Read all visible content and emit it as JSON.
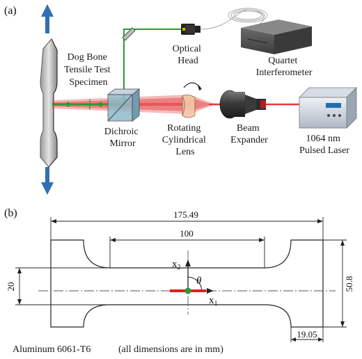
{
  "panel_a": {
    "label": "(a)",
    "specimen_label": [
      "Dog Bone",
      "Tensile Test",
      "Specimen"
    ],
    "optical_head_label": [
      "Optical",
      "Head"
    ],
    "interferometer_label": [
      "Quartet",
      "Interferometer"
    ],
    "dichroic_label": [
      "Dichroic",
      "Mirror"
    ],
    "lens_label": [
      "Rotating",
      "Cylindrical",
      "Lens"
    ],
    "expander_label": [
      "Beam",
      "Expander"
    ],
    "laser_label": [
      "1064 nm",
      "Pulsed Laser"
    ]
  },
  "panel_b": {
    "label": "(b)",
    "dim_total_length": "175.49",
    "dim_gauge_length": "100",
    "dim_width": "50.8",
    "dim_gauge_width": "20",
    "dim_grip_length": "19.05",
    "axis_x1": "x",
    "axis_x1_sub": "1",
    "axis_x2": "x",
    "axis_x2_sub": "2",
    "angle": "θ",
    "material": "Aluminum 6061-T6",
    "units_note": "(all dimensions are in mm)"
  },
  "colors": {
    "laser_beam": "#e23a3a",
    "probe_beam": "#2e9a2e",
    "arrow_blue": "#2f6fb5",
    "marker_red": "#e0201c",
    "marker_green": "#2a9a3a"
  }
}
